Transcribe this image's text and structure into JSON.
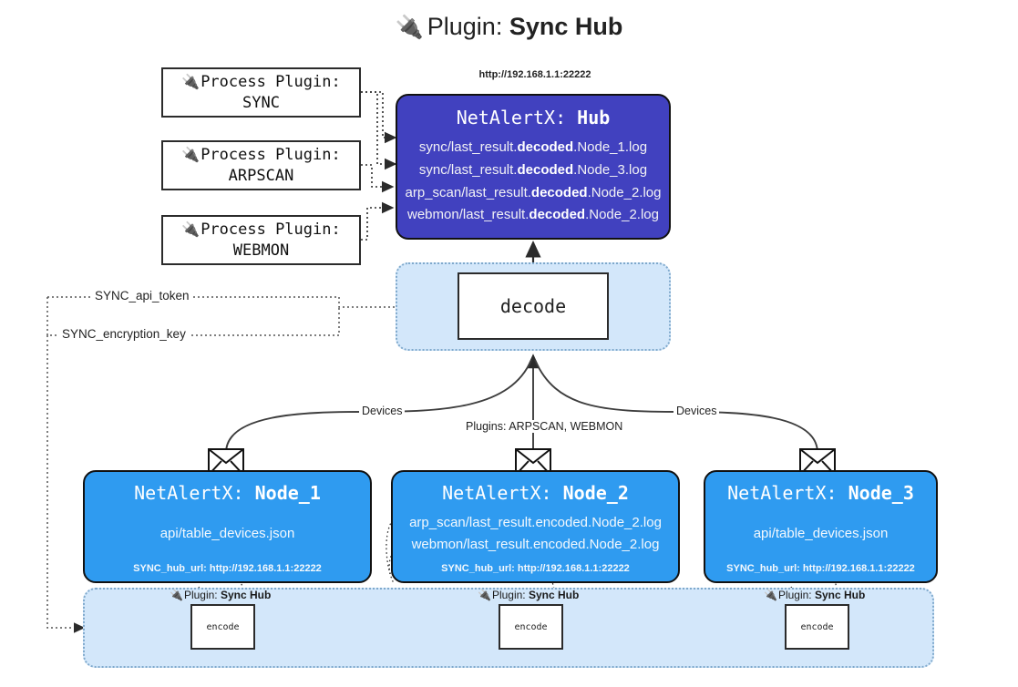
{
  "title": {
    "icon": "plug-icon",
    "prefix": "Plugin:",
    "name": "Sync Hub"
  },
  "process_plugins": [
    {
      "icon": "plug-icon",
      "line1": "Process Plugin:",
      "line2": "SYNC"
    },
    {
      "icon": "plug-icon",
      "line1": "Process Plugin:",
      "line2": "ARPSCAN"
    },
    {
      "icon": "plug-icon",
      "line1": "Process Plugin:",
      "line2": "WEBMON"
    }
  ],
  "hub": {
    "url": "http://192.168.1.1:22222",
    "header_prefix": "NetAlertX:",
    "header_name": "Hub",
    "logs": [
      {
        "pre": "sync/last_result.",
        "strong": "decoded",
        "post": ".Node_1.log"
      },
      {
        "pre": "sync/last_result.",
        "strong": "decoded",
        "post": ".Node_3.log"
      },
      {
        "pre": "arp_scan/last_result.",
        "strong": "decoded",
        "post": ".Node_2.log"
      },
      {
        "pre": "webmon/last_result.",
        "strong": "decoded",
        "post": ".Node_2.log"
      }
    ]
  },
  "decode": {
    "label": "decode"
  },
  "settings": {
    "api_token": "SYNC_api_token",
    "encryption_key": "SYNC_encryption_key"
  },
  "edges": {
    "devices_left": "Devices",
    "devices_right": "Devices",
    "plugins_center": "Plugins: ARPSCAN, WEBMON"
  },
  "nodes": [
    {
      "header_prefix": "NetAlertX:",
      "header_name": "Node_1",
      "lines": [
        "api/table_devices.json"
      ],
      "footer": "SYNC_hub_url: http://192.168.1.1:22222",
      "icon": "envelope-icon"
    },
    {
      "header_prefix": "NetAlertX:",
      "header_name": "Node_2",
      "lines": [
        "arp_scan/last_result.encoded.Node_2.log",
        "webmon/last_result.encoded.Node_2.log"
      ],
      "footer": "SYNC_hub_url: http://192.168.1.1:22222",
      "icon": "envelope-icon"
    },
    {
      "header_prefix": "NetAlertX:",
      "header_name": "Node_3",
      "lines": [
        "api/table_devices.json"
      ],
      "footer": "SYNC_hub_url: http://192.168.1.1:22222",
      "icon": "envelope-icon"
    }
  ],
  "encoders": [
    {
      "icon": "plug-icon",
      "prefix": "Plugin:",
      "name": "Sync Hub",
      "label": "encode"
    },
    {
      "icon": "plug-icon",
      "prefix": "Plugin:",
      "name": "Sync Hub",
      "label": "encode"
    },
    {
      "icon": "plug-icon",
      "prefix": "Plugin:",
      "name": "Sync Hub",
      "label": "encode"
    }
  ],
  "colors": {
    "hub_fill": "#4141bf",
    "node_fill": "#2f9bf0",
    "container_fill": "#d3e7fa",
    "container_border": "#7fa9cc",
    "stroke": "#2b2b2b",
    "background": "#ffffff"
  }
}
